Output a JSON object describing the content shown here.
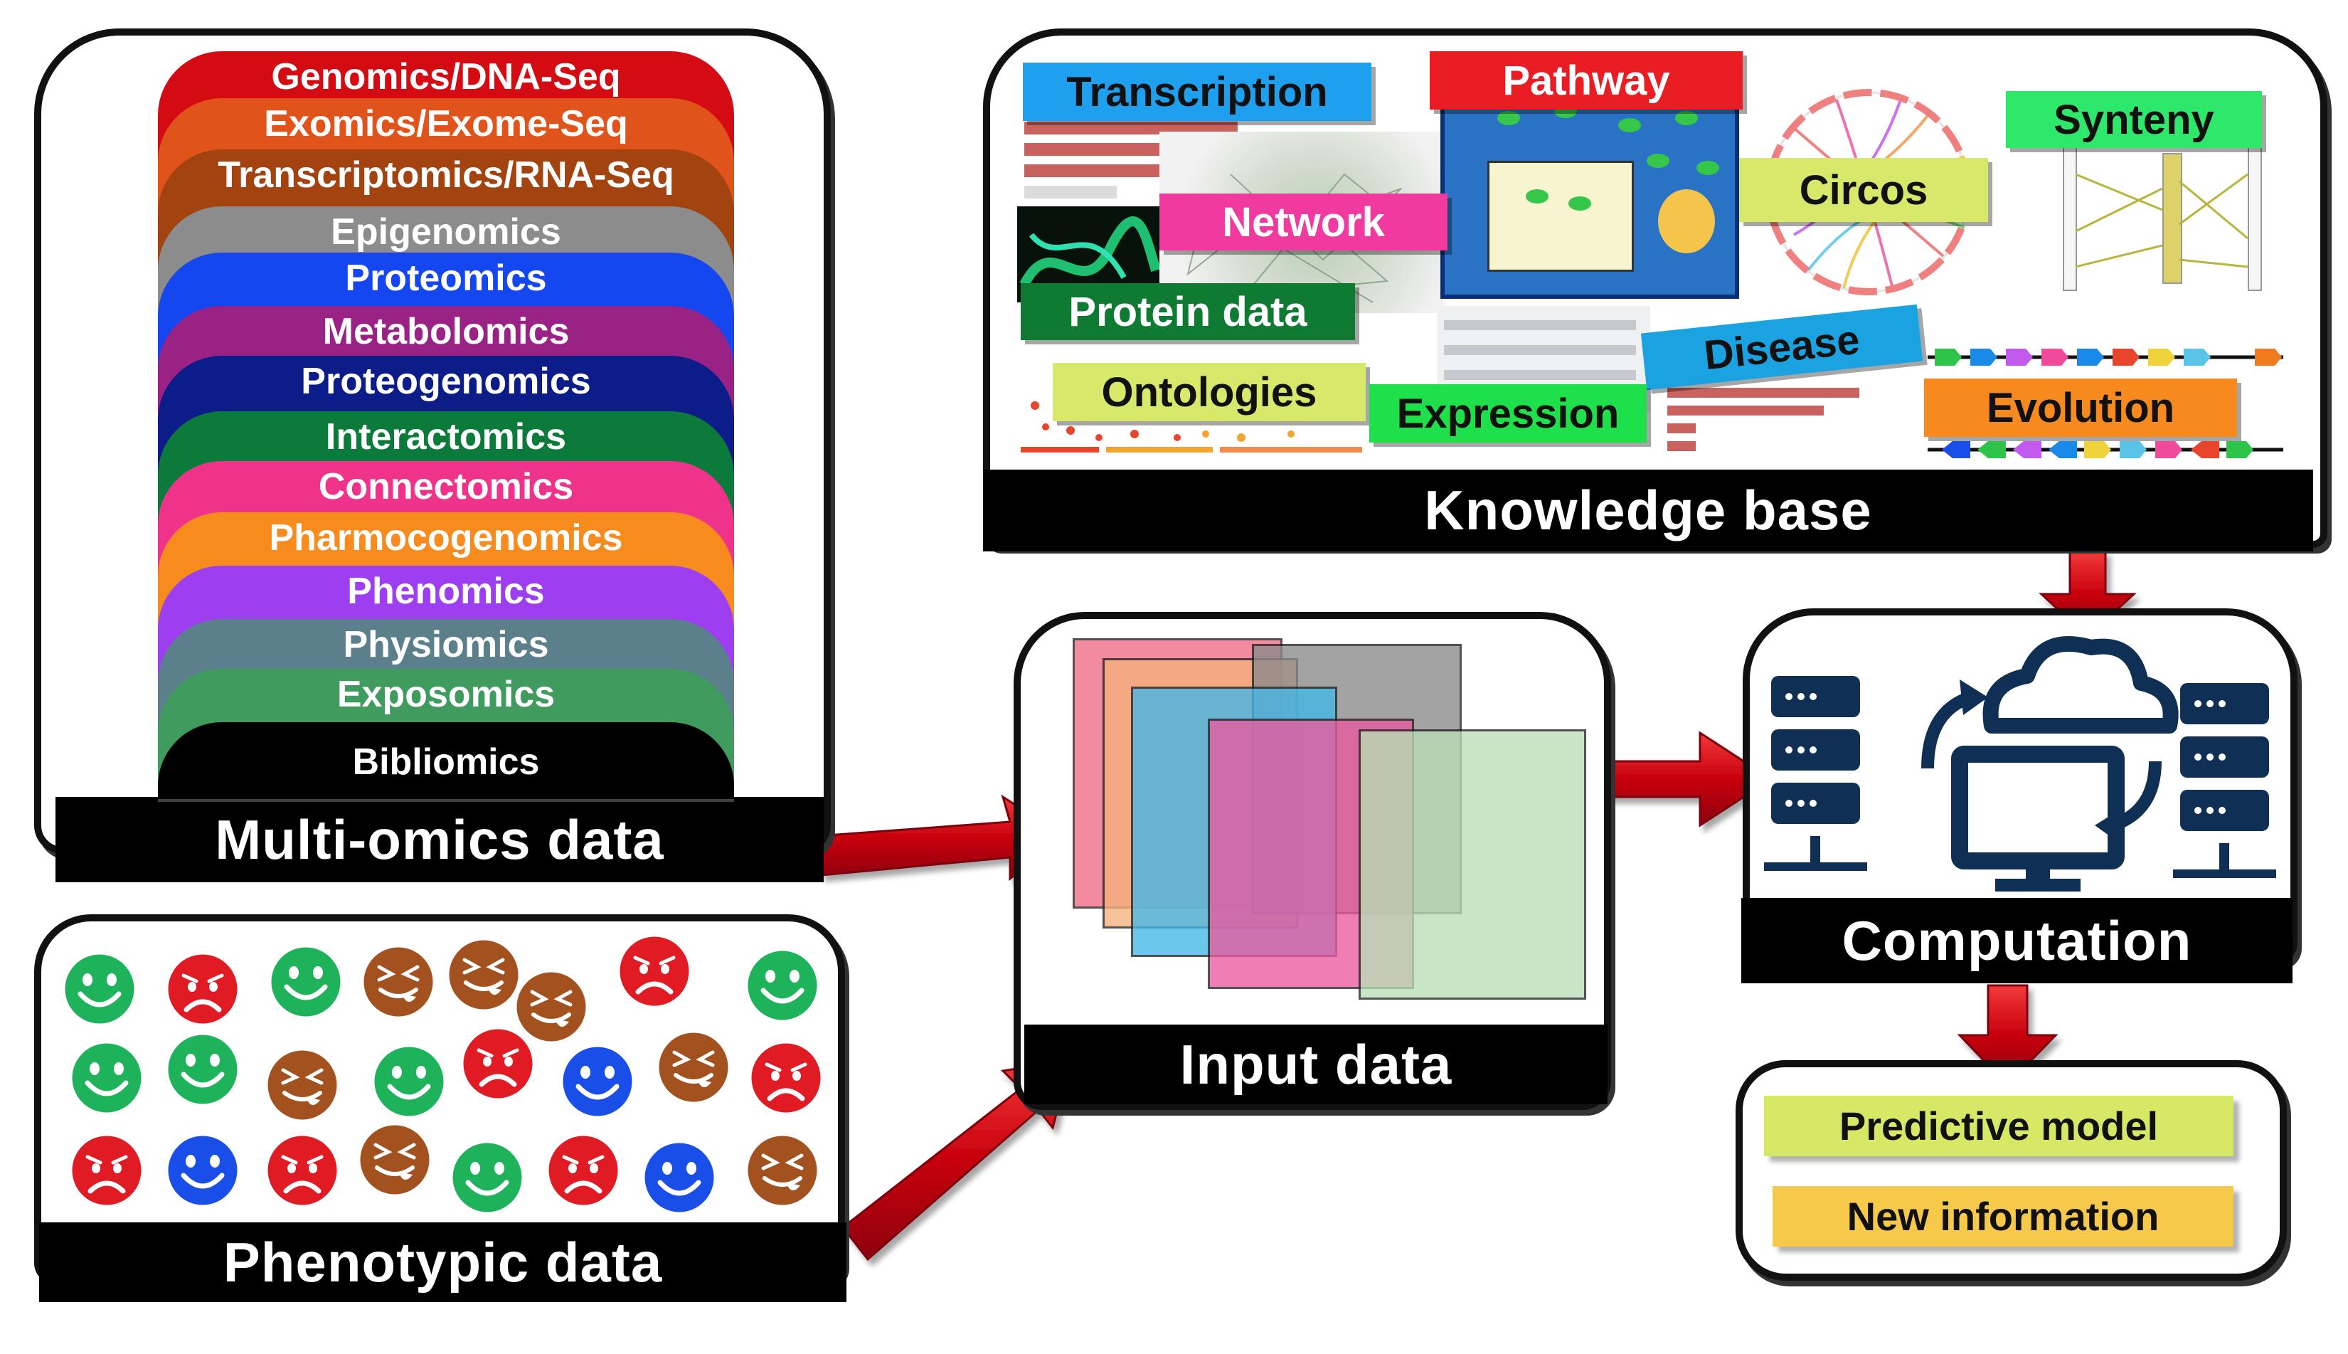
{
  "multi_omics": {
    "title": "Multi-omics data",
    "layers": [
      {
        "label": "Genomics/DNA-Seq",
        "color": "#d40b12"
      },
      {
        "label": "Exomics/Exome-Seq",
        "color": "#e0541c"
      },
      {
        "label": "Transcriptomics/RNA-Seq",
        "color": "#a34310"
      },
      {
        "label": "Epigenomics",
        "color": "#8c8c8c"
      },
      {
        "label": "Proteomics",
        "color": "#1547f0"
      },
      {
        "label": "Metabolomics",
        "color": "#9b2285"
      },
      {
        "label": "Proteogenomics",
        "color": "#0c1d8a"
      },
      {
        "label": "Interactomics",
        "color": "#0c7a3a"
      },
      {
        "label": "Connectomics",
        "color": "#f0338a"
      },
      {
        "label": "Pharmocogenomics",
        "color": "#f78b1e"
      },
      {
        "label": "Phenomics",
        "color": "#9d3ff0"
      },
      {
        "label": "Physiomics",
        "color": "#5c7f8c"
      },
      {
        "label": "Exposomics",
        "color": "#3f9b5e"
      },
      {
        "label": "Bibliomics",
        "color": "#000000"
      }
    ]
  },
  "phenotypic": {
    "title": "Phenotypic data",
    "faces": [
      {
        "mood": "happy",
        "color": "#1eb35a"
      },
      {
        "mood": "sad",
        "color": "#e01b24"
      },
      {
        "mood": "happy",
        "color": "#1eb35a"
      },
      {
        "mood": "silly",
        "color": "#a3521f"
      },
      {
        "mood": "silly",
        "color": "#a3521f"
      },
      {
        "mood": "silly",
        "color": "#a3521f"
      },
      {
        "mood": "sad",
        "color": "#e01b24"
      },
      {
        "mood": "happy",
        "color": "#1eb35a"
      },
      {
        "mood": "happy",
        "color": "#1eb35a"
      },
      {
        "mood": "happy",
        "color": "#1eb35a"
      },
      {
        "mood": "silly",
        "color": "#a3521f"
      },
      {
        "mood": "happy",
        "color": "#1eb35a"
      },
      {
        "mood": "sad",
        "color": "#e01b24"
      },
      {
        "mood": "happy",
        "color": "#1a4ee8"
      },
      {
        "mood": "silly",
        "color": "#a3521f"
      },
      {
        "mood": "sad",
        "color": "#e01b24"
      },
      {
        "mood": "sad",
        "color": "#e01b24"
      },
      {
        "mood": "happy",
        "color": "#1a4ee8"
      },
      {
        "mood": "sad",
        "color": "#e01b24"
      },
      {
        "mood": "silly",
        "color": "#a3521f"
      },
      {
        "mood": "happy",
        "color": "#1eb35a"
      },
      {
        "mood": "sad",
        "color": "#e01b24"
      },
      {
        "mood": "happy",
        "color": "#1a4ee8"
      },
      {
        "mood": "silly",
        "color": "#a3521f"
      }
    ]
  },
  "knowledge_base": {
    "title": "Knowledge base",
    "labels": [
      {
        "text": "Transcription",
        "bg": "#1fa0ef",
        "fg": "#111111"
      },
      {
        "text": "Pathway",
        "bg": "#ea1c24",
        "fg": "#ffffff"
      },
      {
        "text": "Synteny",
        "bg": "#2ee86b",
        "fg": "#111111"
      },
      {
        "text": "Network",
        "bg": "#f03aa0",
        "fg": "#ffffff"
      },
      {
        "text": "Circos",
        "bg": "#d7e86b",
        "fg": "#111111"
      },
      {
        "text": "Protein data",
        "bg": "#0f7a32",
        "fg": "#ffffff"
      },
      {
        "text": "Disease",
        "bg": "#1aa3e0",
        "fg": "#111111"
      },
      {
        "text": "Ontologies",
        "bg": "#d8e86a",
        "fg": "#111111"
      },
      {
        "text": "Expression",
        "bg": "#1ee04a",
        "fg": "#111111"
      },
      {
        "text": "Evolution",
        "bg": "#f78a1e",
        "fg": "#111111"
      }
    ]
  },
  "input": {
    "title": "Input data",
    "layers": [
      {
        "color": "#f06b85"
      },
      {
        "color": "#f5b27a"
      },
      {
        "color": "#8a8a8a"
      },
      {
        "color": "#44b8e8"
      },
      {
        "color": "#ea5a9e"
      },
      {
        "color": "#b9e0b6"
      }
    ]
  },
  "computation": {
    "title": "Computation",
    "icon_color": "#0f2f54"
  },
  "outputs": [
    {
      "label": "Predictive model",
      "bg": "#d6e866"
    },
    {
      "label": "New information",
      "bg": "#f7c94a"
    }
  ],
  "arrow_color": "#d8101a"
}
